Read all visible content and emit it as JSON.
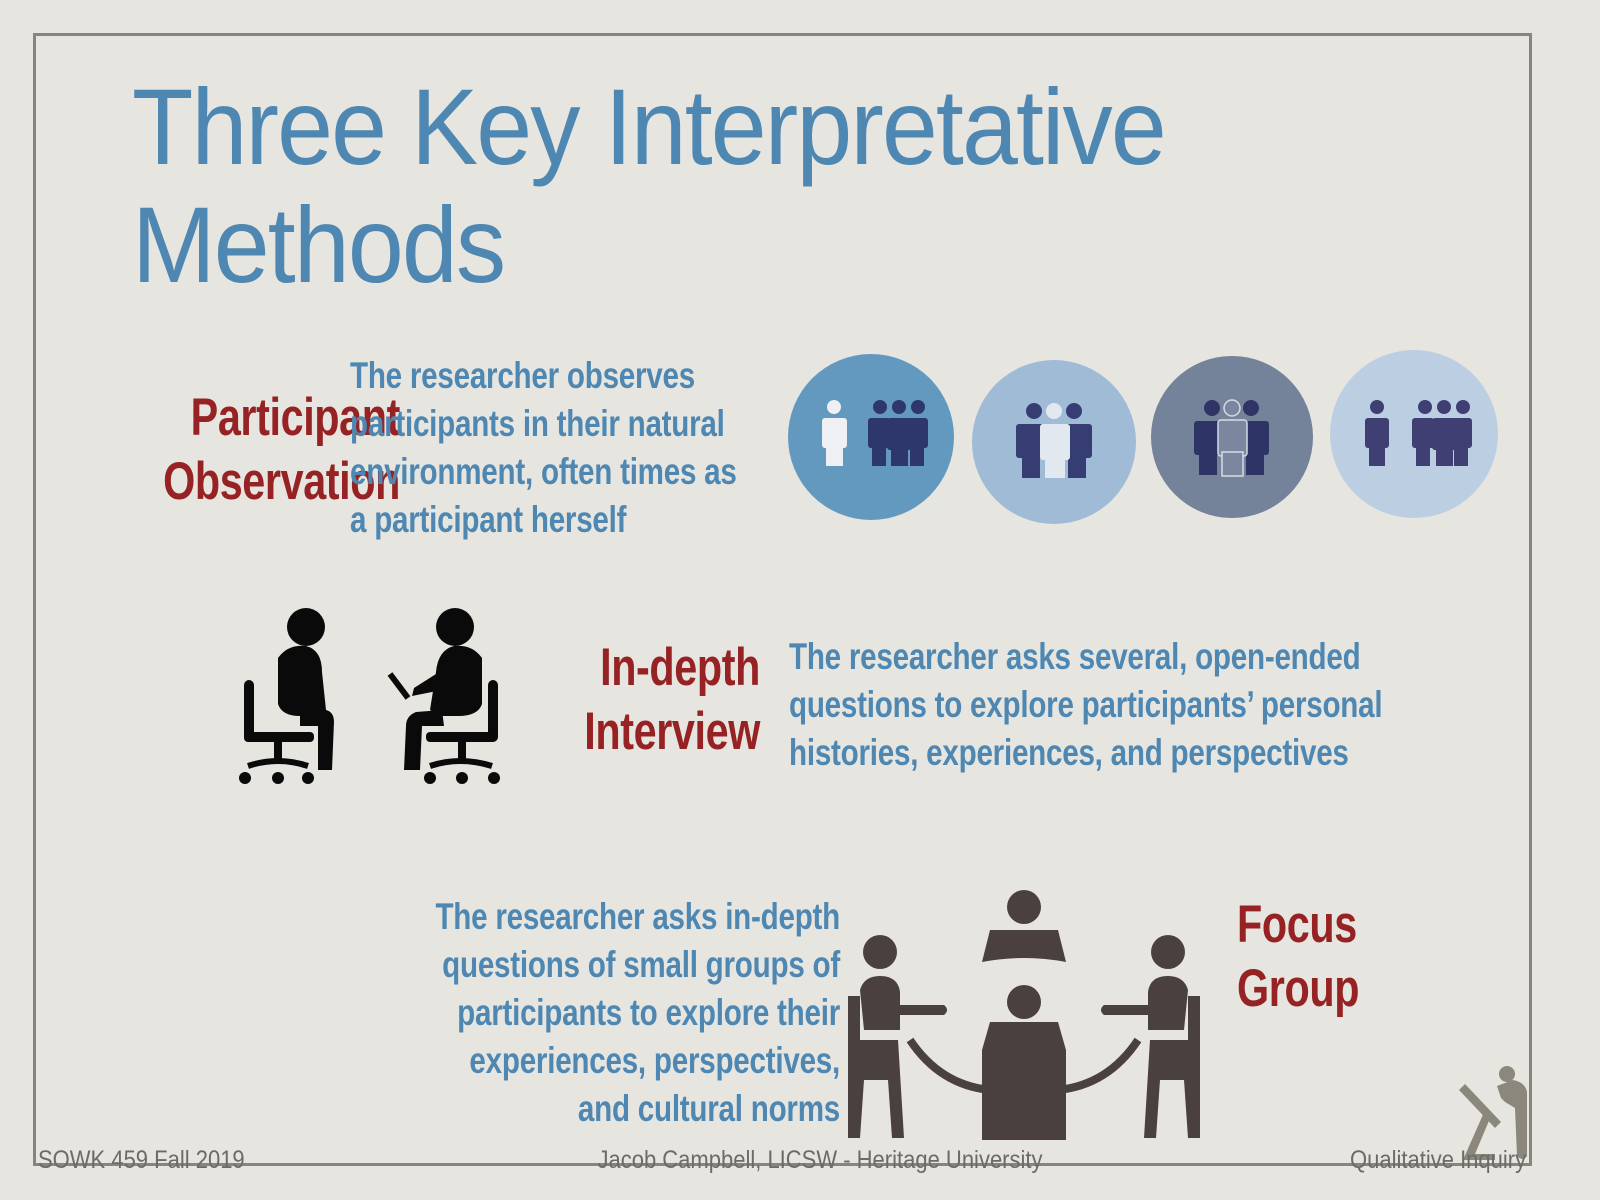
{
  "slide": {
    "title_line1": "Three Key Interpretative",
    "title_line2": "Methods",
    "colors": {
      "background": "#e6e5e0",
      "frame": "#86857f",
      "title_blue": "#4e87b1",
      "label_red": "#962224",
      "icon_dark": "#000000",
      "focus_group_icon": "#4a4040",
      "logo_gray": "#8b877c"
    }
  },
  "methods": [
    {
      "label_line1": "Participant",
      "label_line2": "Observation",
      "description_lines": [
        "The researcher observes",
        "participants in their natural",
        "environment, often times as",
        "a participant herself"
      ],
      "icons": [
        {
          "name": "person-apart-from-group-icon",
          "circle_color": "#6399bf"
        },
        {
          "name": "person-within-group-icon",
          "circle_color": "#a0bbd6"
        },
        {
          "name": "outlined-person-within-group-icon",
          "circle_color": "#74829a"
        },
        {
          "name": "person-and-group-icon",
          "circle_color": "#bccee2"
        }
      ]
    },
    {
      "label_line1": "In-depth",
      "label_line2": "Interview",
      "description_lines": [
        "The researcher asks several, open-ended",
        "questions to explore participants’ personal",
        "histories, experiences, and perspectives"
      ],
      "icon": "interview-two-people-icon"
    },
    {
      "label_line1": "Focus",
      "label_line2": "Group",
      "description_lines": [
        "The researcher asks in-depth",
        "questions of small groups of",
        "participants to explore their",
        "experiences, perspectives,",
        "and cultural norms"
      ],
      "icon": "round-table-group-icon"
    }
  ],
  "footer": {
    "left": "SOWK 459 Fall 2019",
    "center": "Jacob Campbell, LICSW - Heritage University",
    "right": "Qualitative Inquiry"
  }
}
